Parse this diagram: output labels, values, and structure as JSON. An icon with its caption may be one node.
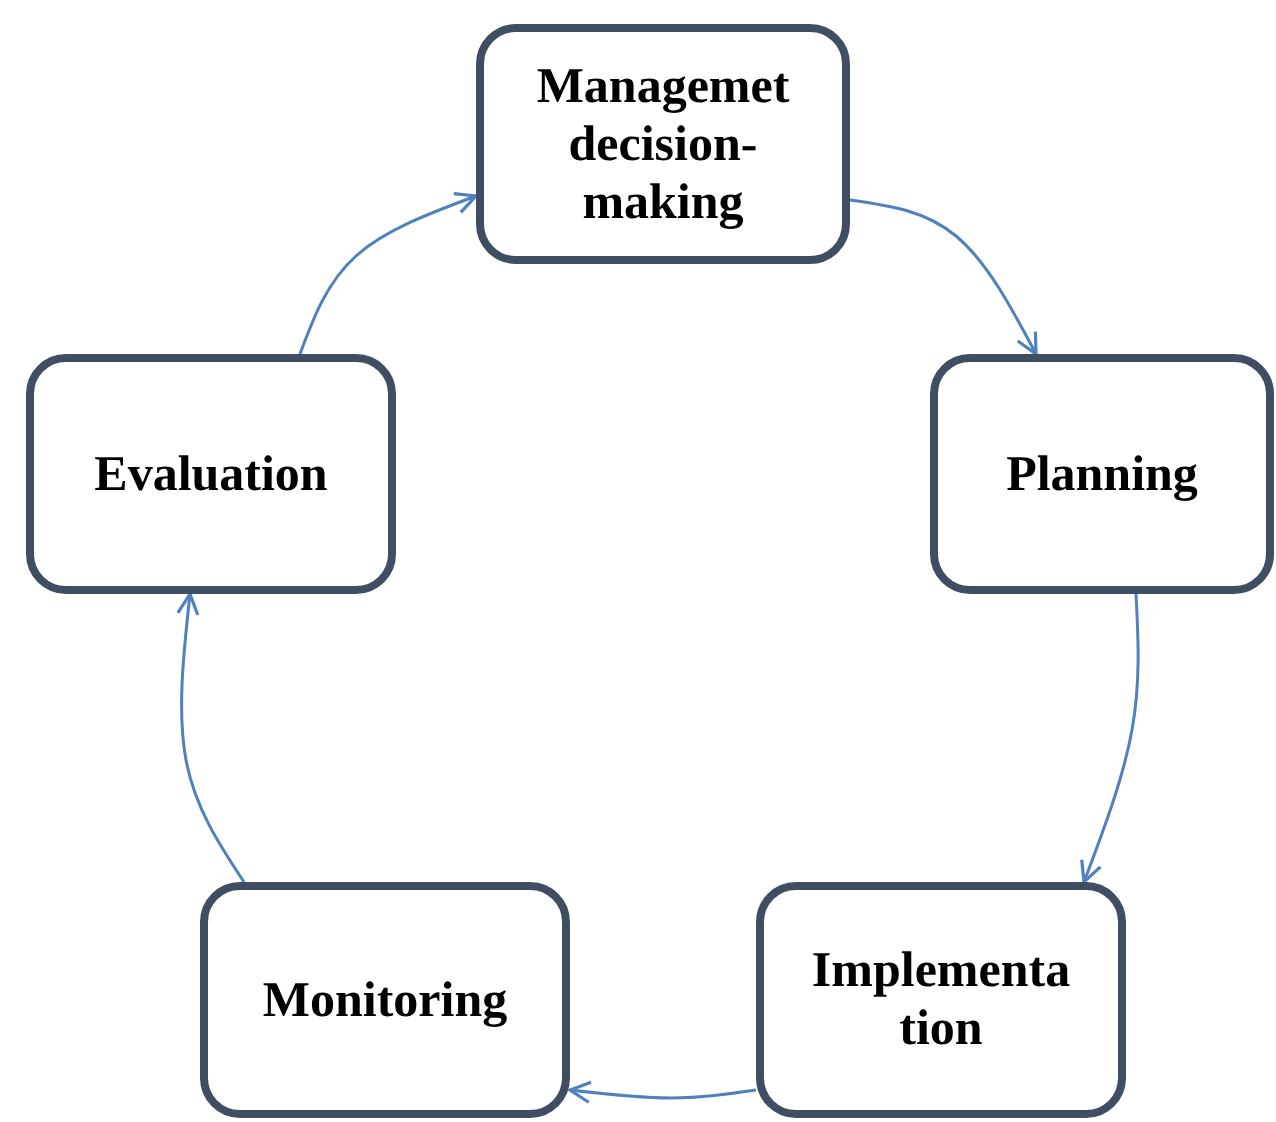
{
  "diagram": {
    "nodes": [
      {
        "text": [
          "Managemet decision-making"
        ]
      },
      {
        "text": [
          "Planning"
        ]
      },
      {
        "text": [
          "Implementa tion"
        ]
      },
      {
        "text": [
          "Monitoring"
        ]
      },
      {
        "text": [
          "Evaluation"
        ]
      }
    ],
    "edges": [
      {
        "from": 0,
        "to": 1,
        "arrow": "to"
      },
      {
        "from": 1,
        "to": 2,
        "arrow": "to"
      },
      {
        "from": 2,
        "to": 3,
        "arrow": "to"
      },
      {
        "from": 3,
        "to": 4,
        "arrow": "to"
      },
      {
        "from": 4,
        "to": 0,
        "arrow": "to"
      }
    ]
  }
}
